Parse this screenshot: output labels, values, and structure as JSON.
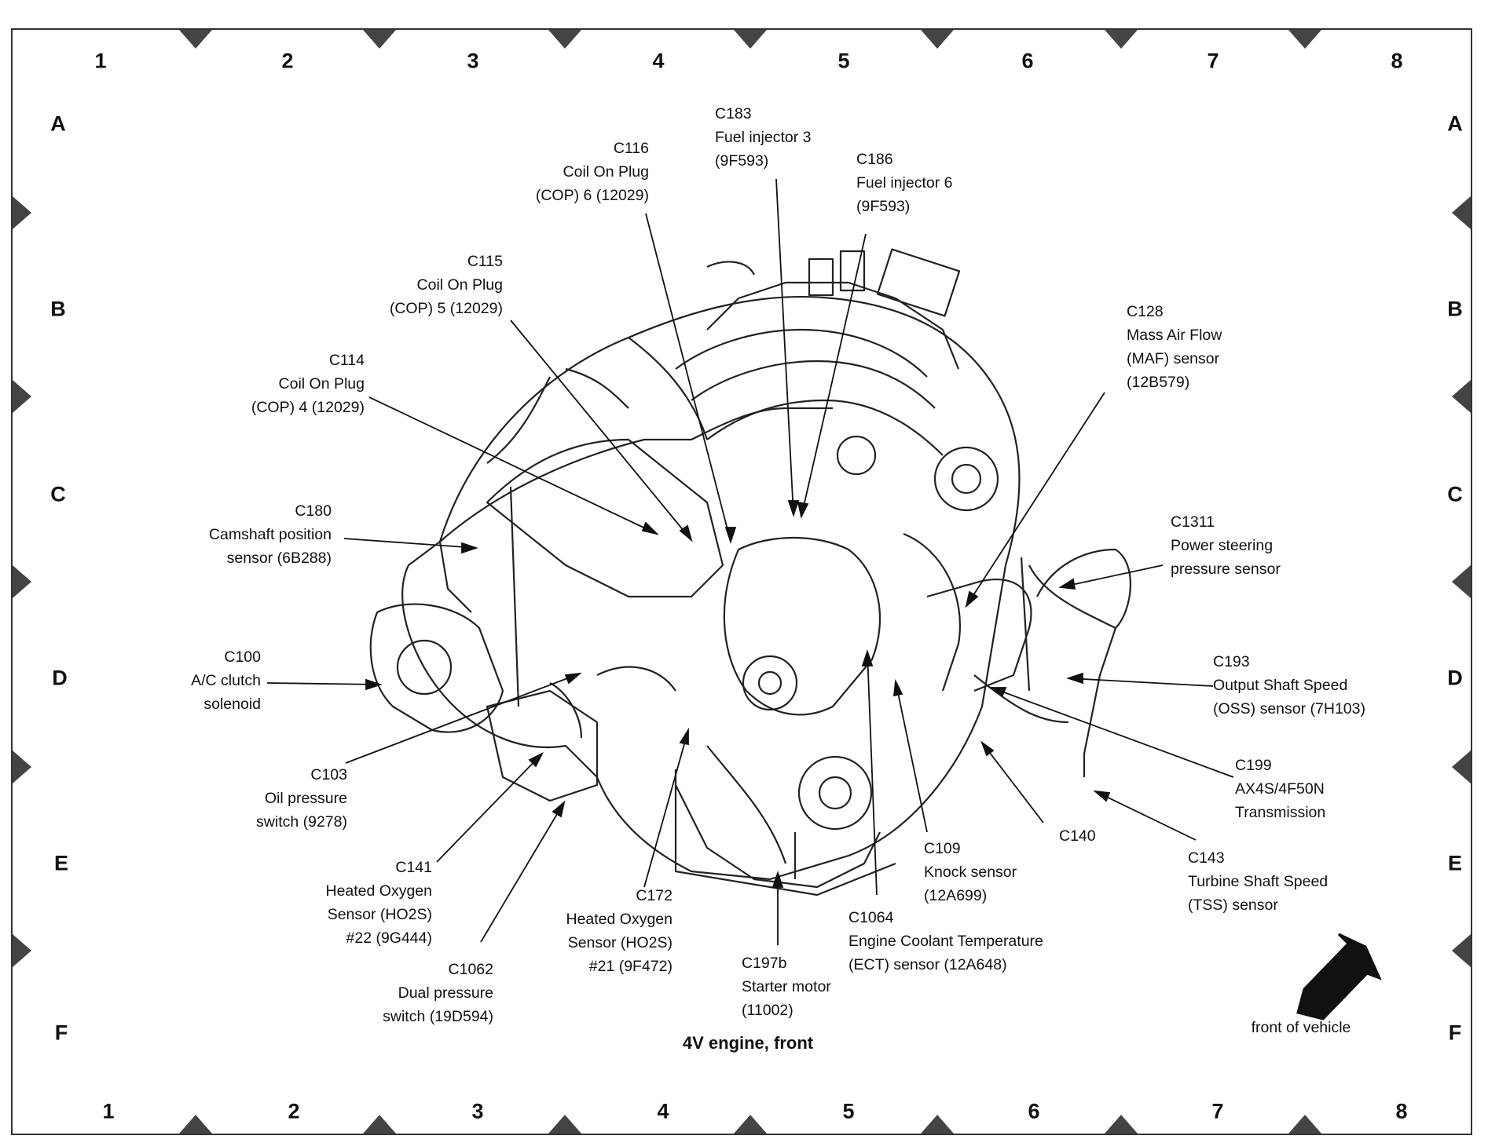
{
  "grid": {
    "columns": [
      "1",
      "2",
      "3",
      "4",
      "5",
      "6",
      "7",
      "8"
    ],
    "rows": [
      "A",
      "B",
      "C",
      "D",
      "E",
      "F"
    ]
  },
  "caption": "4V engine, front",
  "front_label": "front of vehicle",
  "callouts": {
    "c116": [
      "C116",
      "Coil On Plug",
      "(COP) 6 (12029)"
    ],
    "c183": [
      "C183",
      "Fuel injector 3",
      "(9F593)"
    ],
    "c186": [
      "C186",
      "Fuel injector 6",
      "(9F593)"
    ],
    "c115": [
      "C115",
      "Coil On Plug",
      "(COP) 5 (12029)"
    ],
    "c114": [
      "C114",
      "Coil On Plug",
      "(COP) 4 (12029)"
    ],
    "c128": [
      "C128",
      "Mass Air Flow",
      "(MAF) sensor",
      "(12B579)"
    ],
    "c180": [
      "C180",
      "Camshaft position",
      "sensor (6B288)"
    ],
    "c1311": [
      "C1311",
      "Power steering",
      "pressure sensor"
    ],
    "c100": [
      "C100",
      "A/C clutch",
      "solenoid"
    ],
    "c193": [
      "C193",
      "Output Shaft Speed",
      "(OSS) sensor (7H103)"
    ],
    "c103": [
      "C103",
      "Oil pressure",
      "switch (9278)"
    ],
    "c199": [
      "C199",
      "AX4S/4F50N",
      "Transmission"
    ],
    "c140": [
      "C140"
    ],
    "c109": [
      "C109",
      "Knock sensor",
      "(12A699)"
    ],
    "c143": [
      "C143",
      "Turbine Shaft Speed",
      "(TSS) sensor"
    ],
    "c141": [
      "C141",
      "Heated Oxygen",
      "Sensor (HO2S)",
      "#22 (9G444)"
    ],
    "c172": [
      "C172",
      "Heated Oxygen",
      "Sensor (HO2S)",
      "#21 (9F472)"
    ],
    "c1064": [
      "C1064",
      "Engine Coolant Temperature",
      "(ECT) sensor (12A648)"
    ],
    "c1062": [
      "C1062",
      "Dual pressure",
      "switch (19D594)"
    ],
    "c197b": [
      "C197b",
      "Starter motor",
      "(11002)"
    ]
  },
  "colors": {
    "ink": "#111111",
    "frame": "#333333",
    "marker": "#444444"
  }
}
